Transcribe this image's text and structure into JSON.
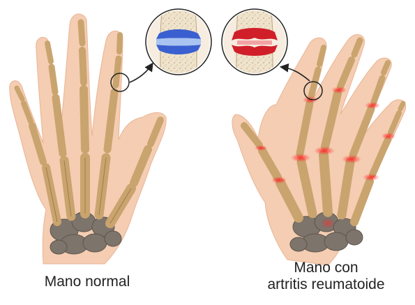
{
  "captions": {
    "normal_hand": "Mano normal",
    "ra_hand_line1": "Mano con",
    "ra_hand_line2": "artritis reumatoide"
  },
  "colors": {
    "skin": "#f4cdb2",
    "bone": "#c9a46e",
    "bone_dark": "#8c6a3c",
    "carpal": "#7d746b",
    "healthy_cartilage": "#3a5fd0",
    "inflamed_cartilage": "#d11f2a",
    "joint_bone": "#efe3cc"
  },
  "icons": {
    "normal_joint": "joint-closeup-healthy-icon",
    "ra_joint": "joint-closeup-inflamed-icon",
    "pointer": "curved-arrow-icon"
  }
}
